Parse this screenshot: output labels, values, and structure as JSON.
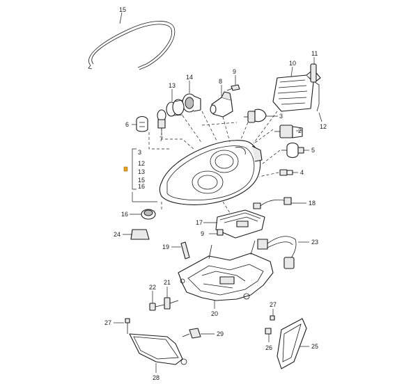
{
  "callouts": {
    "c15": "15",
    "c11": "11",
    "c10": "10",
    "c12": "12",
    "c14": "14",
    "c13": "13",
    "c8": "8",
    "c9a": "9",
    "c6": "6",
    "c7": "7",
    "c3": "3",
    "c2": "2",
    "c5": "5",
    "c4": "4",
    "c18": "18",
    "c16": "16",
    "c17": "17",
    "c9b": "9",
    "c24": "24",
    "c19": "19",
    "c23": "23",
    "c22": "22",
    "c21": "21",
    "c20": "20",
    "c27a": "27",
    "c27b": "27",
    "c29": "29",
    "c26": "26",
    "c25": "25",
    "c28": "28"
  },
  "bracket": {
    "items": [
      "3",
      "12",
      "13",
      "15",
      "16"
    ]
  },
  "colors": {
    "ink": "#1a1a1a",
    "bracket_marker": "#e8a020"
  }
}
